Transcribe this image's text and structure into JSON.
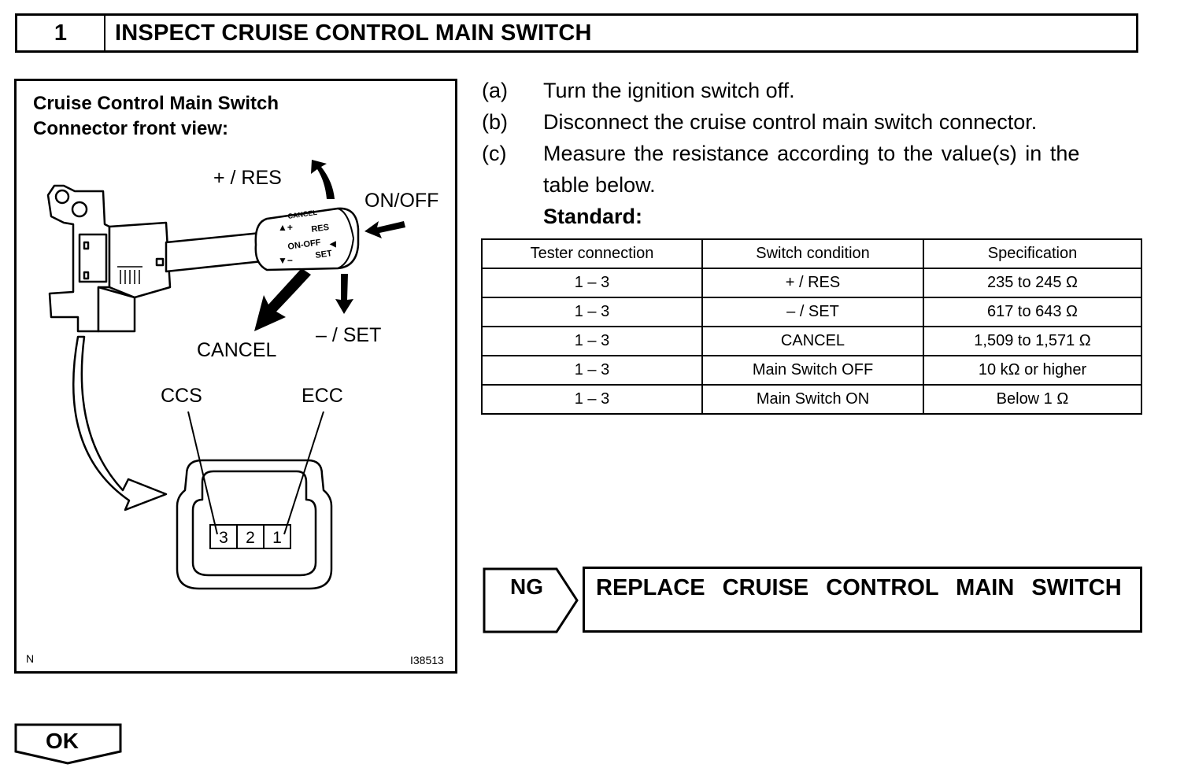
{
  "step": {
    "number": "1",
    "title": "INSPECT CRUISE CONTROL MAIN SWITCH"
  },
  "figure": {
    "caption_line1": "Cruise Control Main Switch",
    "caption_line2": "Connector front view:",
    "labels": {
      "res": "+ / RES",
      "on_off": "ON/OFF",
      "cancel": "CANCEL",
      "set": "– / SET",
      "ccs": "CCS",
      "ecc": "ECC"
    },
    "switch_markings": {
      "cancel": "CANCEL",
      "res": "RES",
      "on_off": "ON-OFF",
      "set": "SET"
    },
    "pins": [
      "3",
      "2",
      "1"
    ],
    "corner_left": "N",
    "figure_id": "I38513"
  },
  "instructions": [
    {
      "letter": "(a)",
      "text": "Turn the ignition switch off."
    },
    {
      "letter": "(b)",
      "text": "Disconnect the cruise control main switch connector."
    },
    {
      "letter": "(c)",
      "text": "Measure the resistance according to the value(s) in the"
    },
    {
      "letter": "",
      "text": "table below."
    }
  ],
  "standard_label": "Standard:",
  "table": {
    "headers": [
      "Tester connection",
      "Switch condition",
      "Specification"
    ],
    "rows": [
      [
        "1 – 3",
        "+ / RES",
        "235 to 245 Ω"
      ],
      [
        "1 – 3",
        "– / SET",
        "617 to 643 Ω"
      ],
      [
        "1 – 3",
        "CANCEL",
        "1,509 to 1,571 Ω"
      ],
      [
        "1 – 3",
        "Main Switch OFF",
        "10 kΩ or higher"
      ],
      [
        "1 – 3",
        "Main Switch ON",
        "Below 1 Ω"
      ]
    ]
  },
  "ng": {
    "label": "NG",
    "action": "REPLACE CRUISE CONTROL MAIN SWITCH"
  },
  "ok": {
    "label": "OK"
  }
}
